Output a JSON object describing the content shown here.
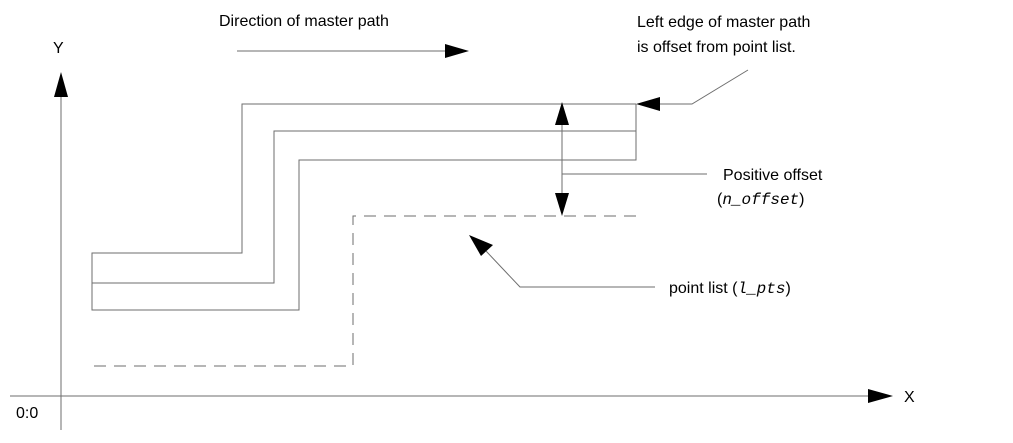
{
  "axes": {
    "y_label": "Y",
    "x_label": "X",
    "origin_label": "0:0"
  },
  "annotations": {
    "direction": "Direction of master path",
    "left_edge_line1": "Left edge of master path",
    "left_edge_line2": "is offset from point list.",
    "positive_offset": "Positive offset",
    "offset_param_open": "(",
    "offset_param": "n_offset",
    "offset_param_close": ")",
    "point_list": "point list  (",
    "point_list_param": "l_pts",
    "point_list_close": ")"
  }
}
